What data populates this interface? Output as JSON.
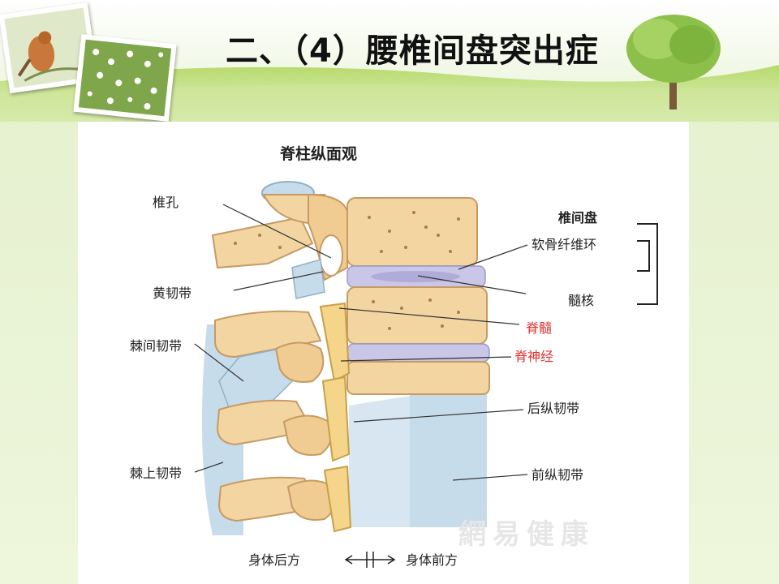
{
  "slide": {
    "title": "二、（4）腰椎间盘突出症"
  },
  "diagram": {
    "title": "脊柱纵面观",
    "labels": {
      "vertebral_foramen": "椎孔",
      "ligamentum_flavum": "黄韧带",
      "interspinous_ligament": "棘间韧带",
      "supraspinous_ligament": "棘上韧带",
      "intervertebral_disc": "椎间盘",
      "annulus_fibrosus": "软骨纤维环",
      "nucleus_pulposus": "髓核",
      "spinal_cord": "脊髓",
      "spinal_nerve": "脊神经",
      "posterior_longitudinal_ligament": "后纵韧带",
      "anterior_longitudinal_ligament": "前纵韧带"
    },
    "axis": {
      "posterior": "身体后方",
      "anterior": "身体前方"
    },
    "watermark": "網易健康"
  },
  "colors": {
    "bone": "#f3d5a2",
    "bone_dark": "#e2b37a",
    "disc": "#c9c6e8",
    "ligament": "#c7dcea",
    "highlight_label": "#e03030"
  }
}
